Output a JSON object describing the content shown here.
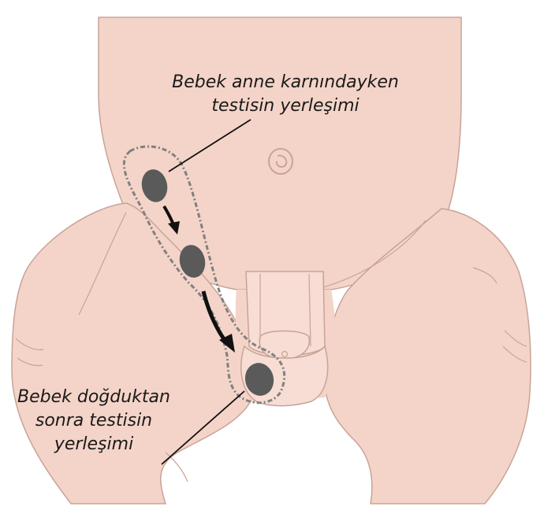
{
  "labels": {
    "before_birth": {
      "line1": "Bebek anne karnındayken",
      "line2": "testisin yerleşimi"
    },
    "after_birth": {
      "line1": "Bebek doğduktan",
      "line2": "sonra testisin",
      "line3": "yerleşimi"
    }
  },
  "colors": {
    "skin": "#f4d4c8",
    "skin_outline": "#c9a397",
    "crease": "#b98e82",
    "testis": "#5a5a5a",
    "dotted_path": "#808080",
    "arrow": "#111111",
    "scrotum": "#f7ddd4"
  }
}
